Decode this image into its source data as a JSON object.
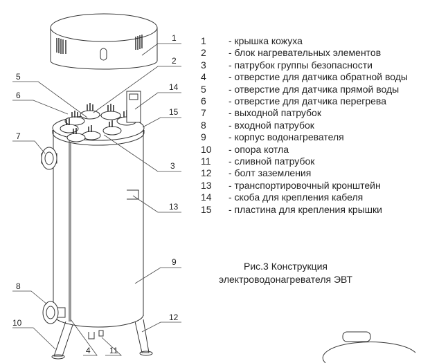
{
  "legend": [
    {
      "num": "1",
      "text": "- крышка кожуха"
    },
    {
      "num": "2",
      "text": "- блок нагревательных элементов"
    },
    {
      "num": "3",
      "text": "- патрубок группы безопасности"
    },
    {
      "num": "4",
      "text": "- отверстие для датчика обратной воды"
    },
    {
      "num": "5",
      "text": "- отверстие для  датчика прямой воды"
    },
    {
      "num": "6",
      "text": "- отверстие для датчика перегрева"
    },
    {
      "num": "7",
      "text": "- выходной патрубок"
    },
    {
      "num": "8",
      "text": "- входной патрубок"
    },
    {
      "num": "9",
      "text": "- корпус  водонагревателя"
    },
    {
      "num": "10",
      "text": "- опора котла"
    },
    {
      "num": "11",
      "text": "- сливной патрубок"
    },
    {
      "num": "12",
      "text": "- болт заземления"
    },
    {
      "num": "13",
      "text": "- транспортировочный кронштейн"
    },
    {
      "num": "14",
      "text": "- скоба для крепления кабеля"
    },
    {
      "num": "15",
      "text": "- пластина для крепления крышки"
    }
  ],
  "caption": {
    "line1": "Рис.3  Конструкция",
    "line2": "электроводонагревателя ЭВТ"
  },
  "callouts": {
    "c1": "1",
    "c2": "2",
    "c3": "3",
    "c4": "4",
    "c5": "5",
    "c6": "6",
    "c7": "7",
    "c8": "8",
    "c9": "9",
    "c10": "10",
    "c11": "11",
    "c12": "12",
    "c13": "13",
    "c14": "14",
    "c15": "15"
  }
}
